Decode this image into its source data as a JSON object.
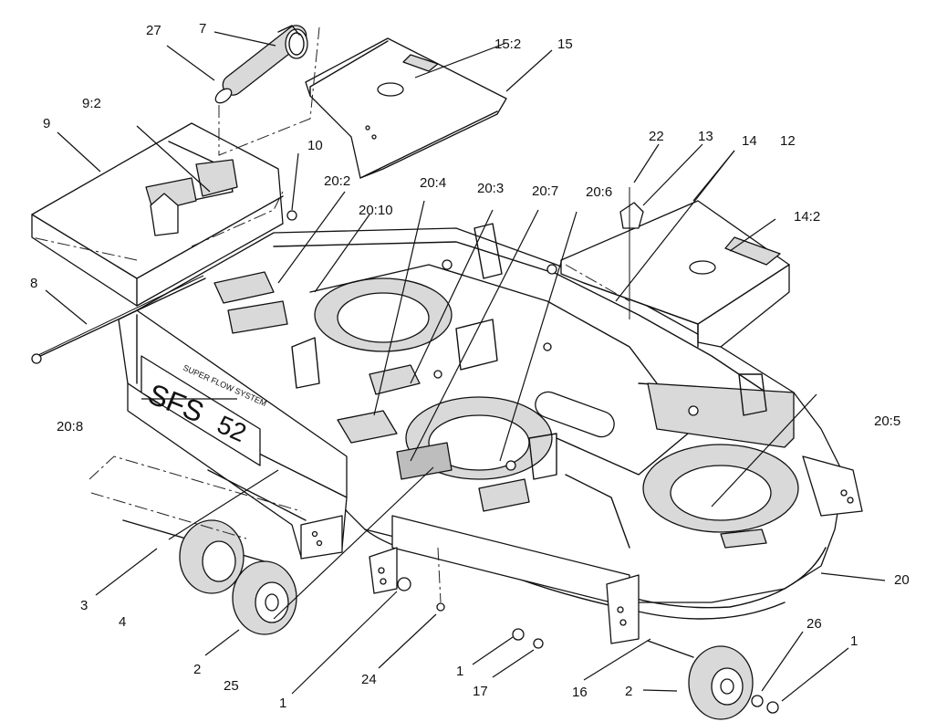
{
  "decals": {
    "main_logo": "SFS",
    "brand_line": "SUPER FLOW SYSTEM",
    "deck_size": "52"
  },
  "callouts": [
    {
      "id": "c27",
      "label": "27"
    },
    {
      "id": "c7",
      "label": "7"
    },
    {
      "id": "c15-2",
      "label": "15:2"
    },
    {
      "id": "c15",
      "label": "15"
    },
    {
      "id": "c9-2",
      "label": "9:2"
    },
    {
      "id": "c9",
      "label": "9"
    },
    {
      "id": "c10",
      "label": "10"
    },
    {
      "id": "c22",
      "label": "22"
    },
    {
      "id": "c13",
      "label": "13"
    },
    {
      "id": "c14",
      "label": "14"
    },
    {
      "id": "c12",
      "label": "12"
    },
    {
      "id": "c20-2",
      "label": "20:2"
    },
    {
      "id": "c20-4",
      "label": "20:4"
    },
    {
      "id": "c20-3",
      "label": "20:3"
    },
    {
      "id": "c20-7",
      "label": "20:7"
    },
    {
      "id": "c20-6",
      "label": "20:6"
    },
    {
      "id": "c14-2",
      "label": "14:2"
    },
    {
      "id": "c20-10",
      "label": "20:10"
    },
    {
      "id": "c8",
      "label": "8"
    },
    {
      "id": "c20-8",
      "label": "20:8"
    },
    {
      "id": "c20-5",
      "label": "20:5"
    },
    {
      "id": "c20",
      "label": "20"
    },
    {
      "id": "c3",
      "label": "3"
    },
    {
      "id": "c4",
      "label": "4"
    },
    {
      "id": "c2a",
      "label": "2"
    },
    {
      "id": "c25",
      "label": "25"
    },
    {
      "id": "c1a",
      "label": "1"
    },
    {
      "id": "c24",
      "label": "24"
    },
    {
      "id": "c1b",
      "label": "1"
    },
    {
      "id": "c17",
      "label": "17"
    },
    {
      "id": "c16",
      "label": "16"
    },
    {
      "id": "c2b",
      "label": "2"
    },
    {
      "id": "c26",
      "label": "26"
    },
    {
      "id": "c1c",
      "label": "1"
    }
  ]
}
